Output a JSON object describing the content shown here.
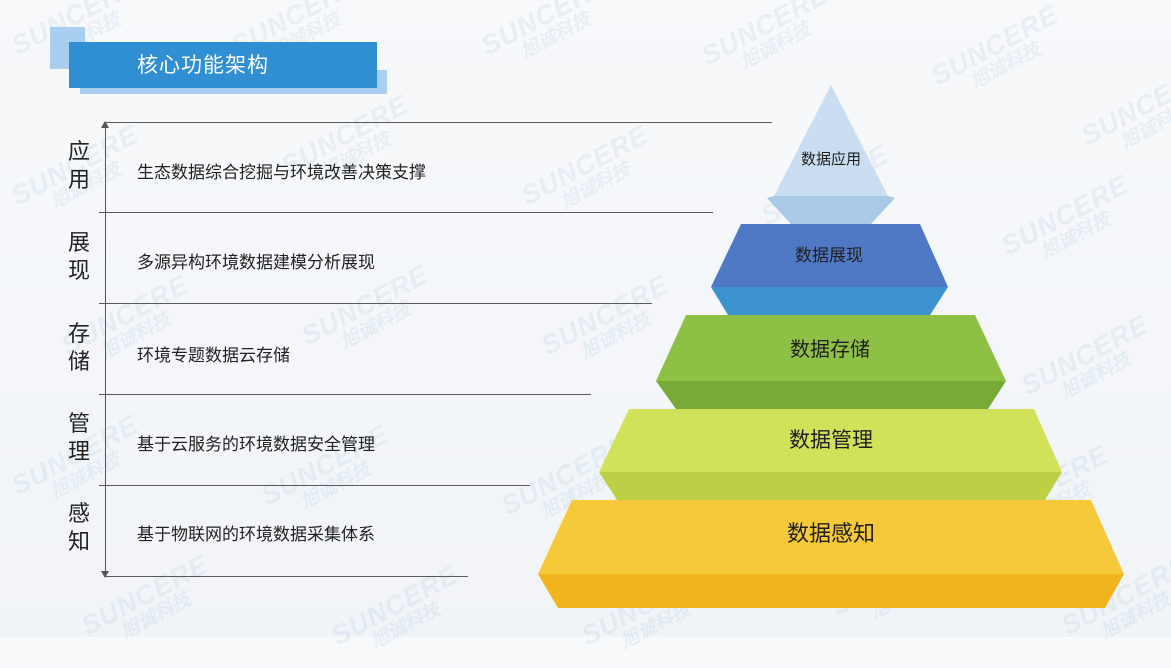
{
  "title": "核心功能架构",
  "watermark": {
    "en": "SUNCERE",
    "cn": "旭诚科技"
  },
  "layers": [
    {
      "label": "应用",
      "description": "生态数据综合挖掘与环境改善决策支撑"
    },
    {
      "label": "展现",
      "description": "多源异构环境数据建模分析展现"
    },
    {
      "label": "存储",
      "description": "环境专题数据云存储"
    },
    {
      "label": "管理",
      "description": "基于云服务的环境数据安全管理"
    },
    {
      "label": "感知",
      "description": "基于物联网的环境数据采集体系"
    }
  ],
  "pyramid": [
    {
      "label": "数据应用",
      "top": "#c9def0",
      "band": "#a9c9e6",
      "side": "#b6d2ea"
    },
    {
      "label": "数据展现",
      "top": "#4f79c4",
      "band": "#3d93cf",
      "side": "#3a66b2"
    },
    {
      "label": "数据存储",
      "top": "#8fc046",
      "band": "#77aa36",
      "side": "#82b63c"
    },
    {
      "label": "数据管理",
      "top": "#d2e15a",
      "band": "#bdd045",
      "side": "#c6d84e"
    },
    {
      "label": "数据感知",
      "top": "#f6c93a",
      "band": "#f0b51d",
      "side": "#f3bd2a"
    }
  ]
}
